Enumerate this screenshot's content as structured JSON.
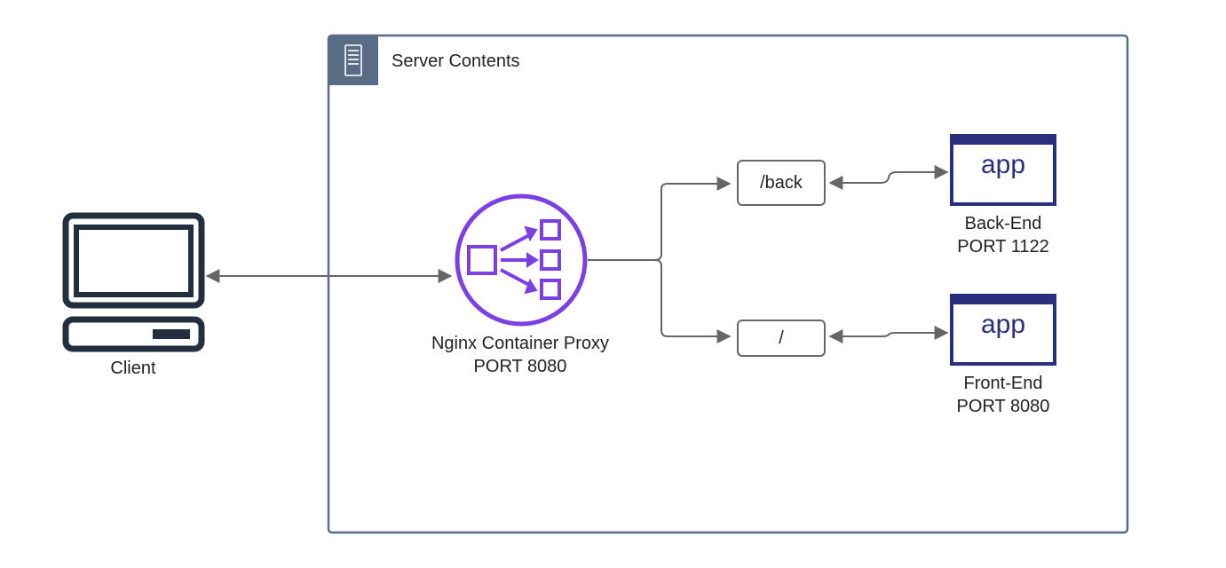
{
  "group": {
    "title": "Server Contents",
    "icon": "server-rack-icon",
    "border_color": "#5a6b85"
  },
  "client": {
    "label": "Client",
    "icon": "desktop-computer-icon",
    "color": "#232f3e"
  },
  "proxy": {
    "name": "Nginx Container Proxy",
    "port": "PORT 8080",
    "icon": "load-balancer-icon",
    "color": "#7b3fe4"
  },
  "routes": [
    {
      "path": "/back"
    },
    {
      "path": "/"
    }
  ],
  "apps": [
    {
      "icon_text": "app",
      "name": "Back-End",
      "port": "PORT 1122"
    },
    {
      "icon_text": "app",
      "name": "Front-End",
      "port": "PORT 8080"
    }
  ],
  "colors": {
    "app_frame": "#2a2f7d",
    "connector": "#666666"
  }
}
